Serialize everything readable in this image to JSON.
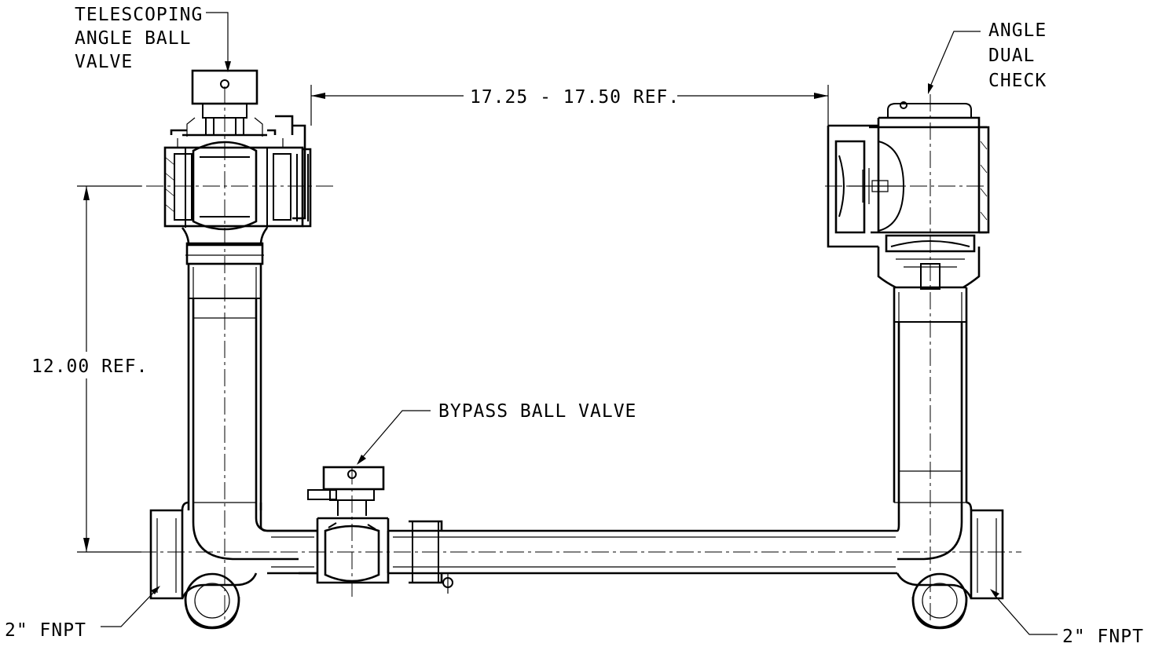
{
  "callouts": {
    "telescoping_valve": [
      "TELESCOPING",
      "ANGLE BALL",
      "VALVE"
    ],
    "angle_dual_check": [
      "ANGLE",
      "DUAL",
      "CHECK"
    ],
    "bypass_valve": "BYPASS BALL VALVE",
    "inlet_fnpt": "2\" FNPT",
    "outlet_fnpt": "2\" FNPT"
  },
  "dimensions": {
    "horizontal": "17.25 - 17.50 REF.",
    "vertical": "12.00 REF."
  }
}
